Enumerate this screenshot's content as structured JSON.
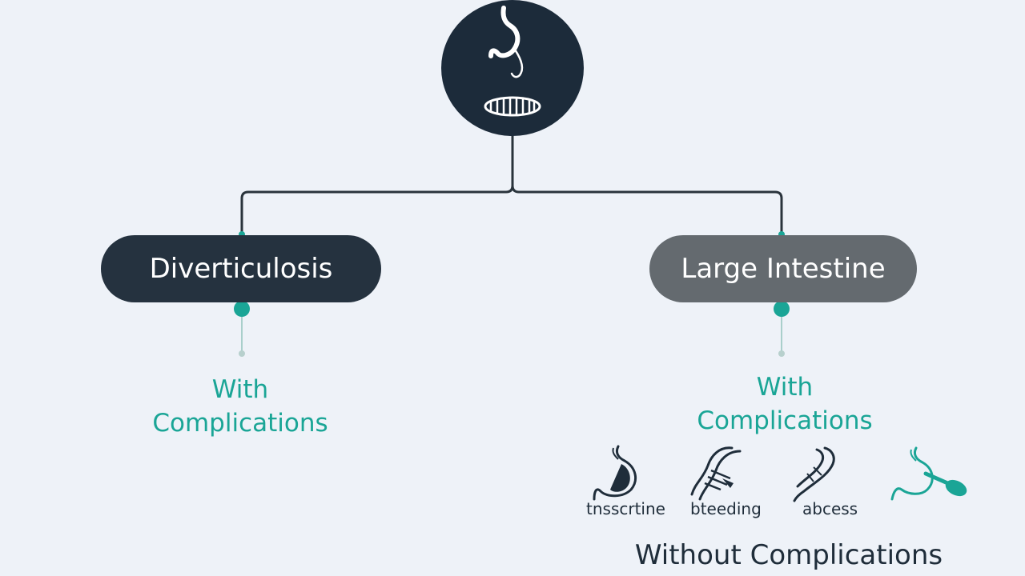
{
  "diagram": {
    "root": {
      "icon": "stomach-intestine-icon"
    },
    "branches": [
      {
        "title": "Diverticulosis",
        "label_line1": "With",
        "label_line2": "Complications"
      },
      {
        "title": "Large Intestine",
        "label_line1": "With",
        "label_line2": "Complications"
      }
    ],
    "complication_icons": [
      {
        "icon": "stomach-icon",
        "caption": "tnsscrtine"
      },
      {
        "icon": "intestine-bleeding-icon",
        "caption": "bteeding"
      },
      {
        "icon": "colon-icon",
        "caption": "abcess"
      },
      {
        "icon": "stomach-probe-icon",
        "caption": ""
      }
    ],
    "bottom_heading": "Without Complications"
  },
  "colors": {
    "background": "#eef2f8",
    "root_fill": "#1c2b3a",
    "left_pill": "#25323f",
    "right_pill": "#646a6f",
    "accent_teal": "#1aa596",
    "connector": "#2a343c"
  }
}
